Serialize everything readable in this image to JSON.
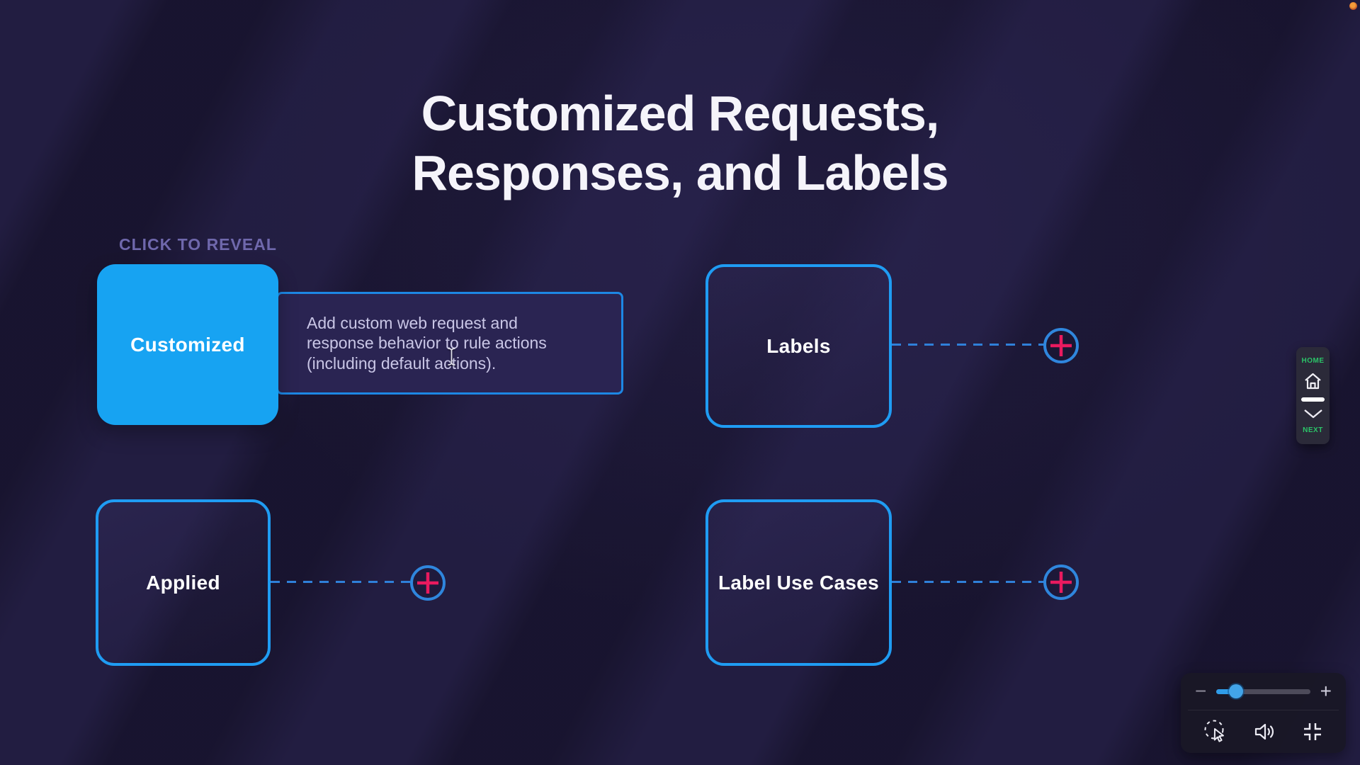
{
  "slide": {
    "title_line1": "Customized Requests,",
    "title_line2": "Responses, and Labels",
    "instruction": "CLICK TO REVEAL"
  },
  "cards": {
    "customized": {
      "label": "Customized",
      "state": "revealed",
      "reveal_lines": [
        "Add custom web request and",
        "response behavior to rule actions",
        "(including default actions)."
      ]
    },
    "labels": {
      "label": "Labels",
      "state": "hidden"
    },
    "applied": {
      "label": "Applied",
      "state": "hidden"
    },
    "label_use_cases": {
      "label": "Label Use Cases",
      "state": "hidden"
    }
  },
  "nav": {
    "home_label": "HOME",
    "next_label": "NEXT"
  },
  "player": {
    "zoom_out_glyph": "−",
    "zoom_in_glyph": "+",
    "zoom_slider_percent": 21
  },
  "icons": {
    "nav": [
      "home-icon",
      "chevron-down-icon"
    ],
    "player": [
      "pointer-tool-icon",
      "volume-icon",
      "compress-icon"
    ],
    "reveal_button": "plus-icon",
    "cursor": "text-cursor-ibeam"
  },
  "colors": {
    "background": "#221d41",
    "accent_blue": "#1f9cf3",
    "card_fill_blue": "#17a3f2",
    "plus_pink": "#ea1a5f",
    "nav_green": "#2bc468",
    "instruction_purple": "#6f68ac",
    "panel_fill": "#2a2452",
    "panel_text": "#c9c6e6",
    "title_white": "#f5f4fa"
  }
}
